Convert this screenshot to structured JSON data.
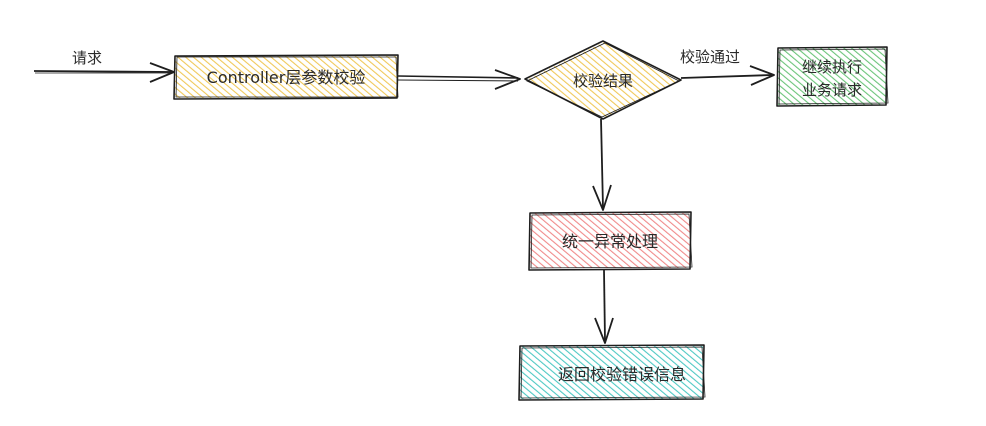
{
  "diagram": {
    "colors": {
      "stroke": "#1e1e1e",
      "yellow_hatch": "#f0c95a",
      "green_hatch": "#6cc57a",
      "red_hatch": "#f08b8b",
      "cyan_hatch": "#4fc9c4"
    },
    "edges": {
      "request_label": "请求",
      "pass_label": "校验通过"
    },
    "nodes": {
      "controller": "Controller层参数校验",
      "result": "校验结果",
      "continue_line1": "继续执行",
      "continue_line2": "业务请求",
      "exception": "统一异常处理",
      "error_return": "返回校验错误信息"
    }
  }
}
